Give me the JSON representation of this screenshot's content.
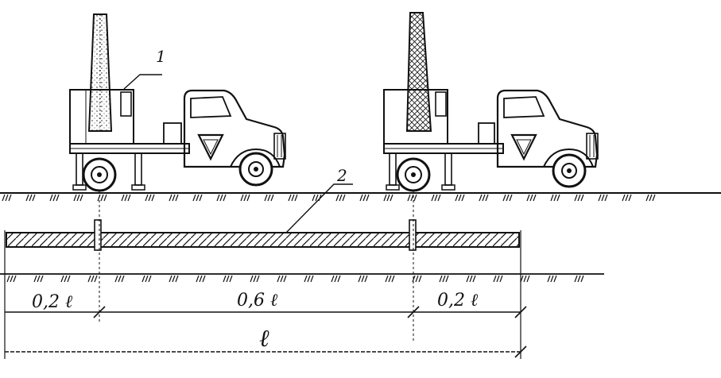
{
  "labels": {
    "callout_crane": "1",
    "callout_element": "2",
    "dim_left": "0,2 ℓ",
    "dim_middle": "0,6 ℓ",
    "dim_right": "0,2 ℓ",
    "dim_total": "ℓ"
  },
  "colors": {
    "ink": "#111111",
    "paper": "#ffffff"
  }
}
